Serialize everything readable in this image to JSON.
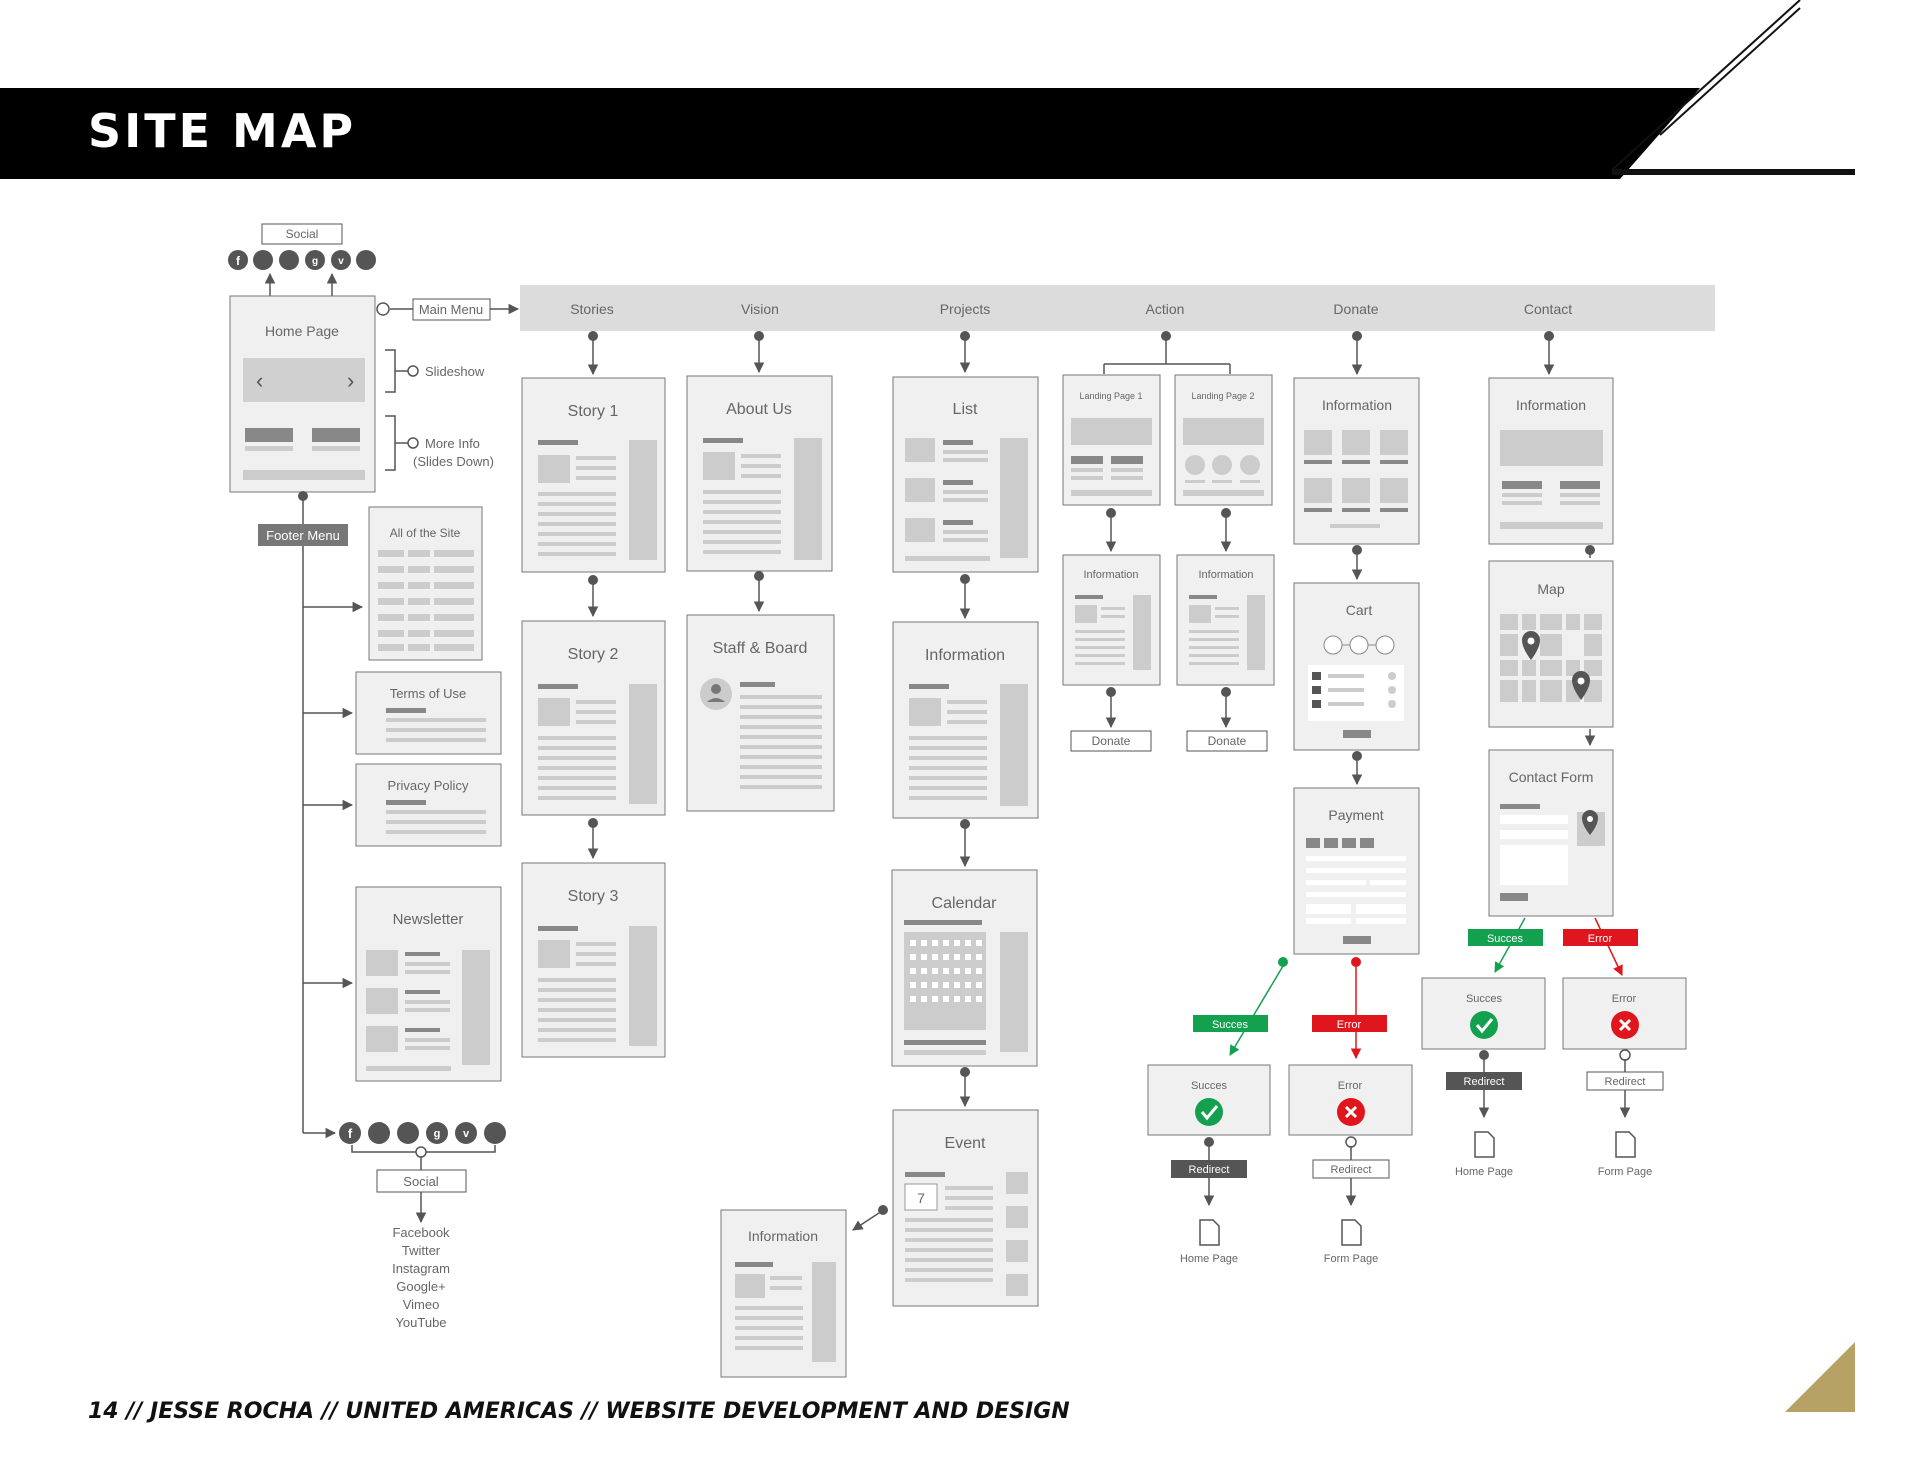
{
  "header": {
    "title": "SITE MAP"
  },
  "footer": {
    "text": "14 // JESSE ROCHA // UNITED AMERICAS // WEBSITE DEVELOPMENT AND DESIGN"
  },
  "colors": {
    "success": "#13a150",
    "error": "#e0161e",
    "gold": "#b5a264",
    "box_fill": "#f0f0f0",
    "nav_bar": "#dcdcdc"
  },
  "social_top": {
    "label": "Social",
    "icons": [
      "facebook-icon",
      "twitter-icon",
      "instagram-icon",
      "google-plus-icon",
      "vimeo-icon",
      "youtube-icon"
    ]
  },
  "home": {
    "title": "Home Page",
    "main_menu": "Main Menu",
    "slideshow": "Slideshow",
    "more_info": [
      "More Info",
      "(Slides Down)"
    ],
    "footer_menu": "Footer Menu"
  },
  "footer_pages": {
    "all_site": "All of the Site",
    "terms": "Terms of Use",
    "privacy": "Privacy Policy",
    "newsletter": "Newsletter"
  },
  "social_bottom": {
    "label": "Social",
    "networks": [
      "Facebook",
      "Twitter",
      "Instagram",
      "Google+",
      "Vimeo",
      "YouTube"
    ]
  },
  "nav": [
    "Stories",
    "Vision",
    "Projects",
    "Action",
    "Donate",
    "Contact"
  ],
  "stories": [
    "Story 1",
    "Story 2",
    "Story 3"
  ],
  "vision": [
    "About Us",
    "Staff & Board"
  ],
  "projects": {
    "list": "List",
    "information": "Information",
    "calendar": "Calendar",
    "event": "Event",
    "event_day": "7",
    "event_info": "Information"
  },
  "action": {
    "landing1": "Landing Page 1",
    "landing2": "Landing Page 2",
    "info1": "Information",
    "info2": "Information",
    "donate1": "Donate",
    "donate2": "Donate"
  },
  "donate": {
    "information": "Information",
    "cart": "Cart",
    "payment": "Payment",
    "success_tag": "Succes",
    "error_tag": "Error",
    "success_box": "Succes",
    "error_box": "Error",
    "redirect_s": "Redirect",
    "redirect_e": "Redirect",
    "home_page": "Home Page",
    "form_page": "Form Page"
  },
  "contact": {
    "information": "Information",
    "map": "Map",
    "contact_form": "Contact Form",
    "success_tag": "Succes",
    "error_tag": "Error",
    "success_box": "Succes",
    "error_box": "Error",
    "redirect_s": "Redirect",
    "redirect_e": "Redirect",
    "home_page": "Home Page",
    "form_page": "Form Page"
  }
}
